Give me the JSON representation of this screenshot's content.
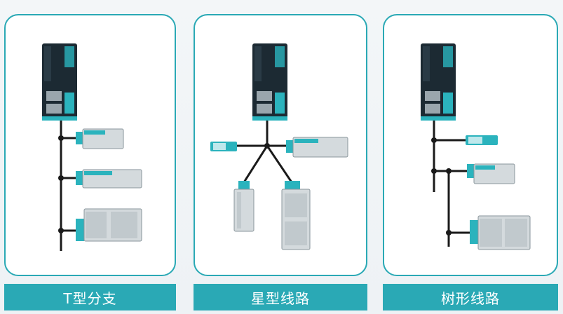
{
  "labels": {
    "t_branch": "T型分支",
    "star": "星型线路",
    "tree": "树形线路"
  },
  "colors": {
    "accent": "#2aa9b5",
    "device_body": "#1c2a33",
    "module_teal": "#2bb3bd",
    "module_gray": "#d4dadd",
    "line": "#1a1a1a"
  },
  "icons": [
    "gateway-device-icon",
    "io-module-icon",
    "terminator-icon"
  ]
}
